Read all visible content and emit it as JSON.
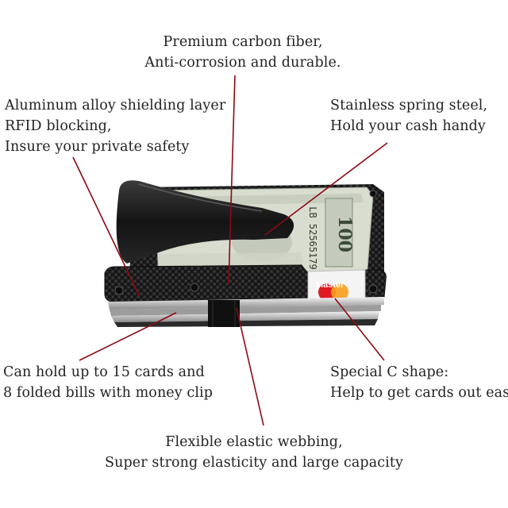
{
  "callouts": {
    "carbon_fiber": {
      "line1": "Premium carbon fiber,",
      "line2": "Anti-corrosion and durable."
    },
    "aluminum": {
      "line1": "Aluminum alloy shielding layer",
      "line2": "RFID blocking,",
      "line3": "Insure your private safety"
    },
    "spring_steel": {
      "line1": "Stainless spring steel,",
      "line2": "Hold your cash handy"
    },
    "capacity": {
      "line1": "Can hold up to 15 cards and",
      "line2": "8 folded bills with money clip"
    },
    "c_shape": {
      "line1": "Special C shape:",
      "line2": "Help to get cards out easily"
    },
    "elastic": {
      "line1": "Flexible elastic webbing,",
      "line2": "Super strong elasticity and large capacity"
    }
  },
  "product": {
    "bill_serial": "LB 52565179",
    "bill_denomination": "100",
    "card_brand": "Master"
  },
  "colors": {
    "background": "#ffffff",
    "text": "#222222",
    "leader_line": "#8b0a14",
    "carbon": "#1b1b1b",
    "bill": "#d9ddd0",
    "card_red": "#e01b22",
    "card_orange": "#f79e1b"
  }
}
